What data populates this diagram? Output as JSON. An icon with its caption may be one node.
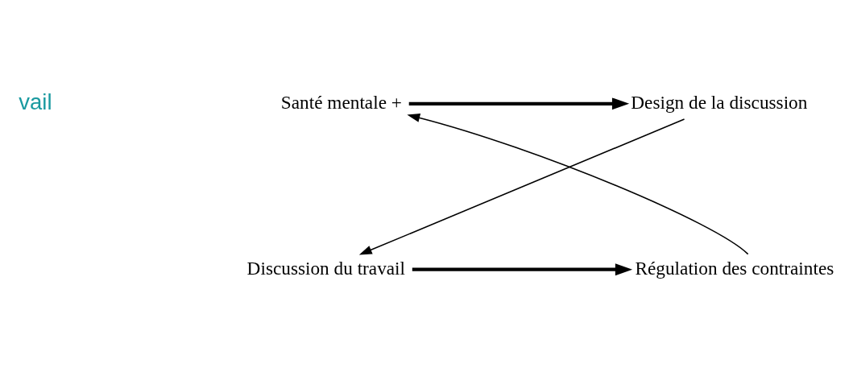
{
  "diagram": {
    "nodes": [
      {
        "text": [
          "Santé mentale +"
        ]
      },
      {
        "text": [
          "Design de la discussion"
        ]
      },
      {
        "text": [
          "Discussion du travail"
        ]
      },
      {
        "text": [
          "Régulation des contraintes"
        ]
      }
    ],
    "edges": [
      {
        "from": 0,
        "to": 1,
        "arrow": "to",
        "style": "thick"
      },
      {
        "from": 1,
        "to": 2,
        "arrow": "to"
      },
      {
        "from": 2,
        "to": 3,
        "arrow": "to",
        "style": "thick"
      },
      {
        "from": 3,
        "to": 0,
        "arrow": "to"
      }
    ],
    "labels": [
      "vail"
    ]
  }
}
